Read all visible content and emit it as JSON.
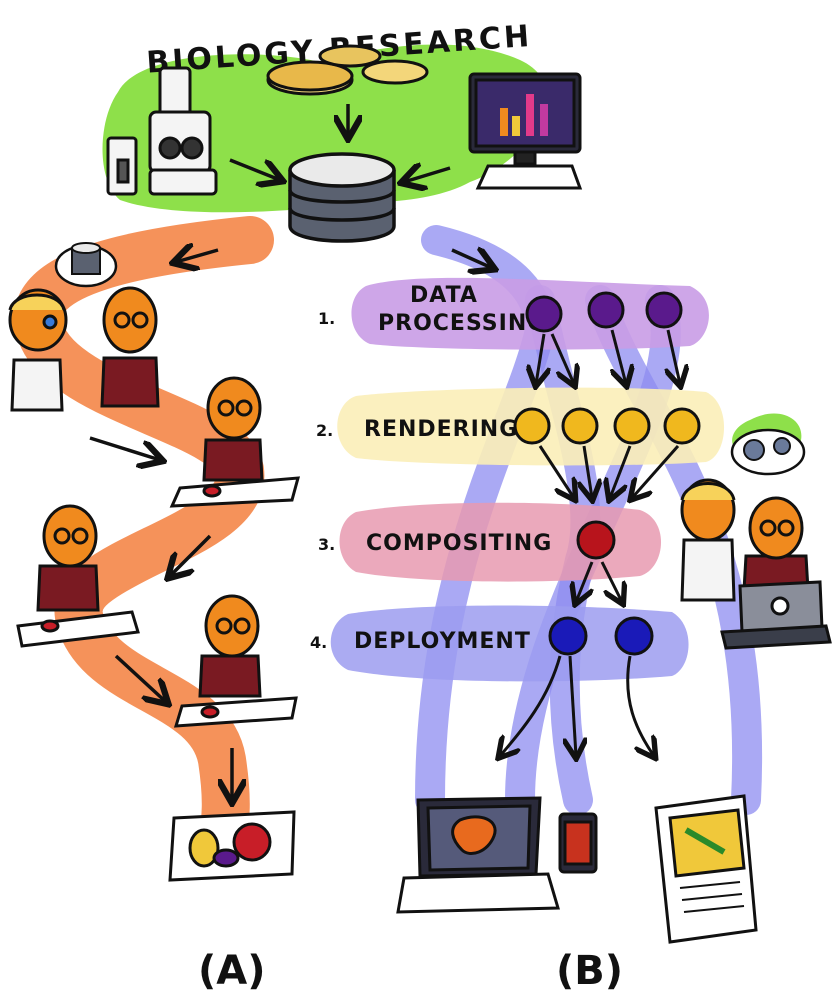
{
  "header": {
    "title": "BIOLOGY RESEARCH"
  },
  "stages": [
    {
      "number": "1.",
      "lines": [
        "DATA",
        "PROCESSING"
      ]
    },
    {
      "number": "2.",
      "lines": [
        "RENDERING"
      ]
    },
    {
      "number": "3.",
      "lines": [
        "COMPOSITING"
      ]
    },
    {
      "number": "4.",
      "lines": [
        "DEPLOYMENT"
      ]
    }
  ],
  "panels": {
    "left": "(A)",
    "right": "(B)"
  },
  "colors": {
    "research_blob": "#8ee04a",
    "manual_path": "#f5925a",
    "pipeline_path": "#8e8cf0",
    "processing_band": "#c99ce6",
    "rendering_band": "#fbeeb8",
    "compositing_band": "#e89ab0",
    "deployment_band": "#9c9cf0",
    "processing_node": "#5a1a8c",
    "rendering_node": "#f0b81e",
    "compositing_node": "#b8141c",
    "deployment_node": "#1a1ab8",
    "figure_skin": "#f08a1e",
    "figure_shirt": "#7a1a22"
  },
  "icons": [
    "microscope-icon",
    "petri-dish-icon",
    "monitor-chart-icon",
    "database-icon",
    "gears-icon",
    "laptop-icon",
    "tablet-icon",
    "magazine-icon",
    "arrow-icon"
  ]
}
